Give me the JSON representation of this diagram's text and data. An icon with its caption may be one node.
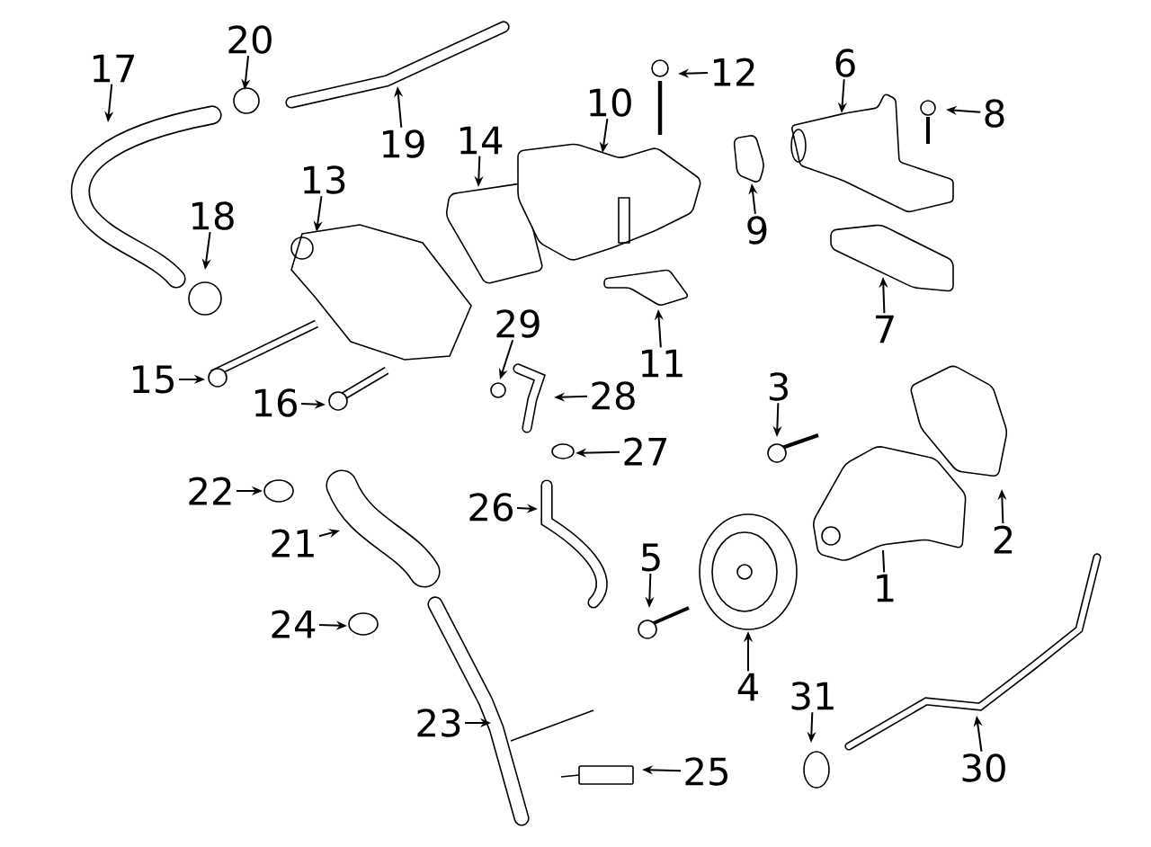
{
  "diagram": {
    "nodes": [
      {
        "text": [
          "1"
        ]
      },
      {
        "text": [
          "2"
        ]
      },
      {
        "text": [
          "3"
        ]
      },
      {
        "text": [
          "4"
        ]
      },
      {
        "text": [
          "5"
        ]
      },
      {
        "text": [
          "6"
        ]
      },
      {
        "text": [
          "7"
        ]
      },
      {
        "text": [
          "8"
        ]
      },
      {
        "text": [
          "9"
        ]
      },
      {
        "text": [
          "10"
        ]
      },
      {
        "text": [
          "11"
        ]
      },
      {
        "text": [
          "12"
        ]
      },
      {
        "text": [
          "13"
        ]
      },
      {
        "text": [
          "14"
        ]
      },
      {
        "text": [
          "15"
        ]
      },
      {
        "text": [
          "16"
        ]
      },
      {
        "text": [
          "17"
        ]
      },
      {
        "text": [
          "18"
        ]
      },
      {
        "text": [
          "19"
        ]
      },
      {
        "text": [
          "20"
        ]
      },
      {
        "text": [
          "21"
        ]
      },
      {
        "text": [
          "22"
        ]
      },
      {
        "text": [
          "23"
        ]
      },
      {
        "text": [
          "24"
        ]
      },
      {
        "text": [
          "25"
        ]
      },
      {
        "text": [
          "26"
        ]
      },
      {
        "text": [
          "27"
        ]
      },
      {
        "text": [
          "28"
        ]
      },
      {
        "text": [
          "29"
        ]
      },
      {
        "text": [
          "30"
        ]
      },
      {
        "text": [
          "31"
        ]
      }
    ],
    "edges": [
      {
        "from": 0,
        "to": null,
        "arrow": "none"
      },
      {
        "from": 1,
        "to": null,
        "arrow": "to"
      },
      {
        "from": 2,
        "to": null,
        "arrow": "to"
      },
      {
        "from": 3,
        "to": null,
        "arrow": "to"
      },
      {
        "from": 4,
        "to": null,
        "arrow": "to"
      },
      {
        "from": 5,
        "to": null,
        "arrow": "to"
      },
      {
        "from": 6,
        "to": null,
        "arrow": "to"
      },
      {
        "from": 7,
        "to": null,
        "arrow": "to"
      },
      {
        "from": 8,
        "to": null,
        "arrow": "to"
      },
      {
        "from": 9,
        "to": null,
        "arrow": "to"
      },
      {
        "from": 10,
        "to": null,
        "arrow": "to"
      },
      {
        "from": 11,
        "to": null,
        "arrow": "to"
      },
      {
        "from": 12,
        "to": null,
        "arrow": "to"
      },
      {
        "from": 13,
        "to": null,
        "arrow": "to"
      },
      {
        "from": 14,
        "to": null,
        "arrow": "to"
      },
      {
        "from": 15,
        "to": null,
        "arrow": "to"
      },
      {
        "from": 16,
        "to": null,
        "arrow": "to"
      },
      {
        "from": 17,
        "to": null,
        "arrow": "to"
      },
      {
        "from": 18,
        "to": null,
        "arrow": "to"
      },
      {
        "from": 19,
        "to": null,
        "arrow": "to"
      },
      {
        "from": 20,
        "to": null,
        "arrow": "to"
      },
      {
        "from": 21,
        "to": null,
        "arrow": "to"
      },
      {
        "from": 22,
        "to": null,
        "arrow": "to"
      },
      {
        "from": 23,
        "to": null,
        "arrow": "to"
      },
      {
        "from": 24,
        "to": null,
        "arrow": "to"
      },
      {
        "from": 25,
        "to": null,
        "arrow": "to"
      },
      {
        "from": 26,
        "to": null,
        "arrow": "to"
      },
      {
        "from": 27,
        "to": null,
        "arrow": "to"
      },
      {
        "from": 28,
        "to": null,
        "arrow": "to"
      },
      {
        "from": 29,
        "to": null,
        "arrow": "to"
      },
      {
        "from": 30,
        "to": null,
        "arrow": "to"
      }
    ]
  }
}
